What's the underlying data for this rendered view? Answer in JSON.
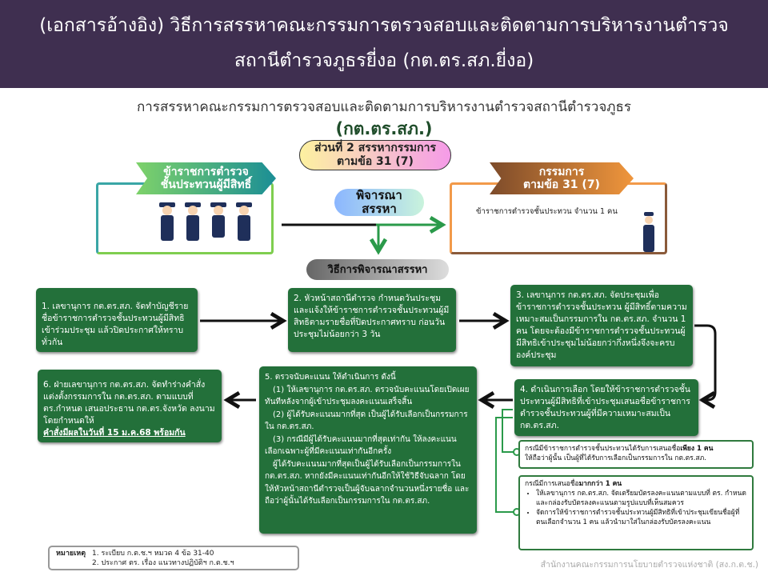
{
  "header": {
    "line1": "(เอกสารอ้างอิง)  วิธีการสรรหาคณะกรรมการตรวจสอบและติดตามการบริหารงานตำรวจ",
    "line2": "สถานีตำรวจภูธรยี่งอ  (กต.ตร.สภ.ยี่งอ)"
  },
  "diagram": {
    "title": "การสรรหาคณะกรรมการตรวจสอบและติดตามการบริหารงานตำรวจสถานีตำรวจภูธร",
    "title_abbr": "(กต.ตร.สภ.)",
    "part_pill": {
      "line1": "ส่วนที่ 2 สรรหากรรมการ",
      "line2": "ตามข้อ 31 (7)"
    },
    "left_banner": {
      "line1": "ข้าราชการตำรวจ",
      "line2": "ชั้นประทวนผู้มีสิทธิ์"
    },
    "consider_pill": {
      "line1": "พิจารณา",
      "line2": "สรรหา"
    },
    "right_banner": {
      "line1": "กรรมการ",
      "line2": "ตามข้อ 31 (7)"
    },
    "right_text": "ข้าราชการตำรวจชั้นประทวน จำนวน 1 คน",
    "method_pill": "วิธีการพิจารณาสรรหา",
    "steps": [
      "1. เลขานุการ กต.ตร.สภ. จัดทำบัญชีรายชื่อข้าราชการตำรวจชั้นประทวนผู้มีสิทธิเข้าร่วมประชุม แล้วปิดประกาศให้ทราบทั่วกัน",
      "2. หัวหน้าสถานีตำรวจ กำหนดวันประชุม และแจ้งให้ข้าราชการตำรวจชั้นประทวนผู้มีสิทธิตามรายชื่อที่ปิดประกาศทราบ ก่อนวันประชุมไม่น้อยกว่า 3 วัน",
      "3. เลขานุการ กต.ตร.สภ. จัดประชุมเพื่อข้าราชการตำรวจชั้นประทวน ผู้มีสิทธิ์ตามความเหมาะสมเป็นกรรมการใน กต.ตร.สภ. จำนวน 1 คน โดยจะต้องมีข้าราชการตำรวจชั้นประทวนผู้มีสิทธิเข้าประชุมไม่น้อยกว่ากึ่งหนึ่งจึงจะครบองค์ประชุม",
      "4. ดำเนินการเลือก โดยให้ข้าราชการตำรวจชั้นประทวนผู้มีสิทธิที่เข้าประชุมเสนอชื่อข้าราชการตำรวจชั้นประทวนผู้ที่มีความเหมาะสมเป็น กต.ตร.สภ."
    ],
    "step5": {
      "title": "5. ตรวจนับคะแนน ให้ดำเนินการ ดังนี้",
      "p1": "(1) ให้เลขานุการ กต.ตร.สภ. ตรวจนับคะแนนโดยเปิดเผยทันทีหลังจากผู้เข้าประชุมลงคะแนนเสร็จสิ้น",
      "p2": "(2) ผู้ได้รับคะแนนมากที่สุด เป็นผู้ได้รับเลือกเป็นกรรมการใน กต.ตร.สภ.",
      "p3": "(3) กรณีมีผู้ได้รับคะแนนมากที่สุดเท่ากัน ให้ลงคะแนนเลือกเฉพาะผู้ที่มีคะแนนเท่ากันอีกครั้ง",
      "p4": "ผู้ได้รับคะแนนมากที่สุดเป็นผู้ได้รับเลือกเป็นกรรมการใน กต.ตร.สภ. หากยังมีคะแนนเท่ากันอีกให้ใช้วิธีจับฉลาก โดยให้หัวหน้าสถานีตำรวจเป็นผู้จับฉลากจำนวนหนึ่งรายชื่อ และถือว่าผู้นั้นได้รับเลือกเป็นกรรมการใน กต.ตร.สภ."
    },
    "step6": {
      "text": "6. ฝ่ายเลขานุการ กต.ตร.สภ. จัดทำร่างคำสั่งแต่งตั้งกรรมการใน กต.ตร.สภ. ตามแบบที่ ตร.กำหนด เสนอประธาน กต.ตร.จังหวัด ลงนาม โดยกำหนดให้",
      "emphasis": "คำสั่งมีผลในวันที่ 15 ม.ค.68 พร้อมกัน"
    },
    "case_one": {
      "pre": "กรณีมีข้าราชการตำรวจชั้นประทวนได้รับการเสนอชื่อ",
      "bold": "เพียง 1 คน",
      "post": "ให้ถือว่าผู้นั้น เป็นผู้ที่ได้รับการเลือกเป็นกรรมการใน กต.ตร.สภ."
    },
    "case_many": {
      "pre": "กรณีมีการเสนอชื่อ",
      "bold": "มากกว่า 1 คน",
      "bullets": [
        "ให้เลขานุการ กต.ตร.สภ. จัดเตรียมบัตรลงคะแนนตามแบบที่ ตร. กำหนด และกล่องรับบัตรลงคะแนนตามรูปแบบที่เห็นสมควร",
        "จัดการให้ข้าราชการตำรวจชั้นประทวนผู้มีสิทธิที่เข้าประชุมเขียนชื่อผู้ที่ตนเลือกจำนวน 1 คน แล้วนำมาใส่ในกล่องรับบัตรลงคะแนน"
      ]
    },
    "note": {
      "label": "หมายเหตุ",
      "items": [
        "1. ระเบียบ ก.ต.ช.ฯ หมวด 4 ข้อ 31-40",
        "2. ประกาศ ตร. เรื่อง แนวทางปฏิบัติฯ ก.ต.ช.ฯ"
      ]
    },
    "footer": "สำนักงานคณะกรรมการนโยบายตำรวจแห่งชาติ (สง.ก.ต.ช.)"
  },
  "colors": {
    "header": "#3f2f50",
    "box": "#23703a"
  }
}
